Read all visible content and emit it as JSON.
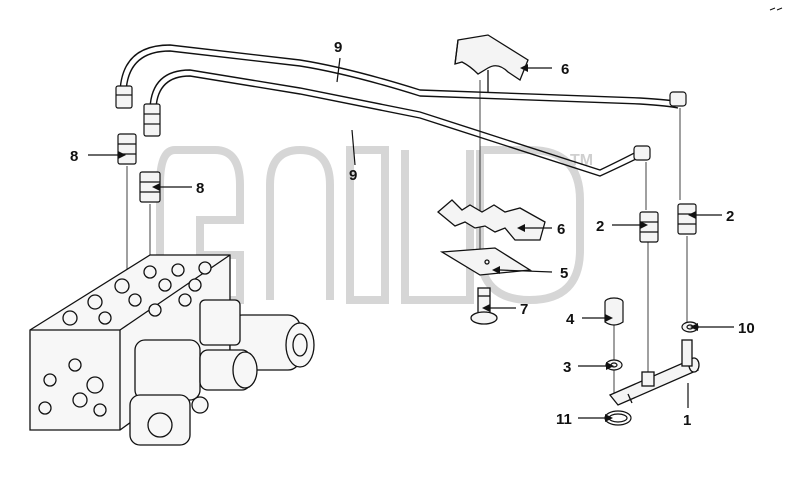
{
  "diagram": {
    "callouts": [
      {
        "id": "c9a",
        "label": "9"
      },
      {
        "id": "c9b",
        "label": "9"
      },
      {
        "id": "c8a",
        "label": "8"
      },
      {
        "id": "c8b",
        "label": "8"
      },
      {
        "id": "c6a",
        "label": "6"
      },
      {
        "id": "c6b",
        "label": "6"
      },
      {
        "id": "c5",
        "label": "5"
      },
      {
        "id": "c7",
        "label": "7"
      },
      {
        "id": "c2a",
        "label": "2"
      },
      {
        "id": "c2b",
        "label": "2"
      },
      {
        "id": "c4",
        "label": "4"
      },
      {
        "id": "c3",
        "label": "3"
      },
      {
        "id": "c10",
        "label": "10"
      },
      {
        "id": "c11",
        "label": "11"
      },
      {
        "id": "c1",
        "label": "1"
      }
    ],
    "watermark": {
      "text": "TM"
    }
  },
  "colors": {
    "line": "#111111",
    "part_fill": "#f4f4f4",
    "watermark": "#d9d9d9"
  }
}
